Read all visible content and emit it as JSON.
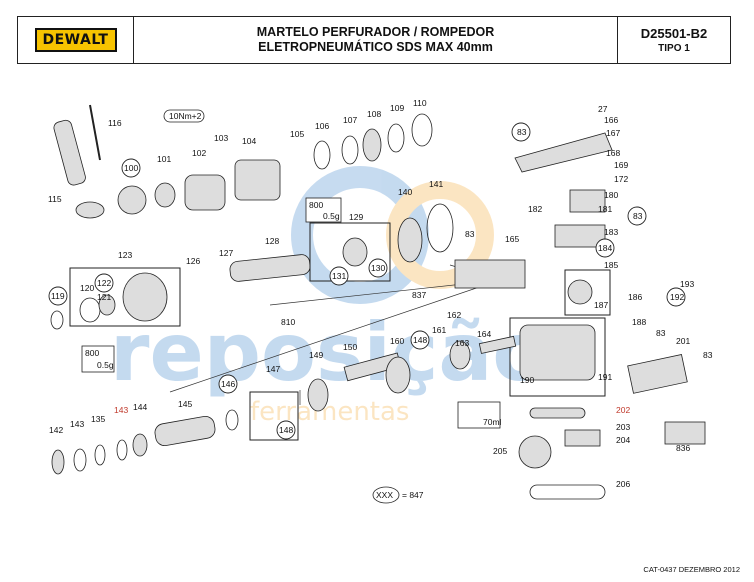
{
  "header": {
    "logo": "DEWALT",
    "title_line1": "MARTELO PERFURADOR / ROMPEDOR",
    "title_line2": "ELETROPNEUMÁTICO SDS MAX 40mm",
    "model": "D25501-B2",
    "type": "TIPO 1"
  },
  "labels": {
    "p27": "27",
    "p166": "166",
    "p167": "167",
    "p168": "168",
    "p169": "169",
    "p172": "172",
    "p180": "180",
    "p181": "181",
    "p182": "182",
    "p183": "183",
    "p184": "184",
    "p185": "185",
    "p186": "186",
    "p187": "187",
    "p188": "188",
    "p193": "193",
    "p192": "192",
    "p201": "201",
    "p190": "190",
    "p191": "191",
    "p202": "202",
    "p203": "203",
    "p204": "204",
    "p205": "205",
    "p206": "206",
    "p836": "836",
    "p83a": "83",
    "p83b": "83",
    "p83c": "83",
    "p83d": "83",
    "p83e": "83",
    "p116": "116",
    "p115": "115",
    "p100": "100",
    "p101": "101",
    "p102": "102",
    "p103": "103",
    "p104": "104",
    "p105": "105",
    "p106": "106",
    "p107": "107",
    "p108": "108",
    "p109": "109",
    "p110": "110",
    "p140": "140",
    "p141": "141",
    "p129": "129",
    "p128": "128",
    "p130": "130",
    "p131": "131",
    "p837": "837",
    "p165": "165",
    "p123": "123",
    "p122": "122",
    "p120": "120",
    "p121": "121",
    "p119": "119",
    "p126": "126",
    "p127": "127",
    "p810a": "810",
    "p810b": "810",
    "p162": "162",
    "p161": "161",
    "p164": "164",
    "p163": "163",
    "p160": "160",
    "p148a": "148",
    "p150": "150",
    "p149": "149",
    "p147": "147",
    "p148b": "148",
    "p146": "146",
    "p145": "145",
    "p144": "144",
    "p143a": "143",
    "p143b": "143",
    "p135": "135",
    "p142": "142",
    "p847": "= 847",
    "xxx": "XXX",
    "torque1": "10Nm+2",
    "torque2": "800",
    "grease1": "0.5g",
    "torque3": "800",
    "grease2": "0.5g",
    "oil": "70ml"
  },
  "footer": "CAT-0437 DEZEMBRO 2012",
  "watermark": {
    "main": "reposição",
    "sub": "ferramentas"
  },
  "colors": {
    "logo_yellow": "#f7c300",
    "watermark_blue": "#1a6fc2",
    "watermark_orange": "#f39c12",
    "label_red": "#c0392b"
  }
}
